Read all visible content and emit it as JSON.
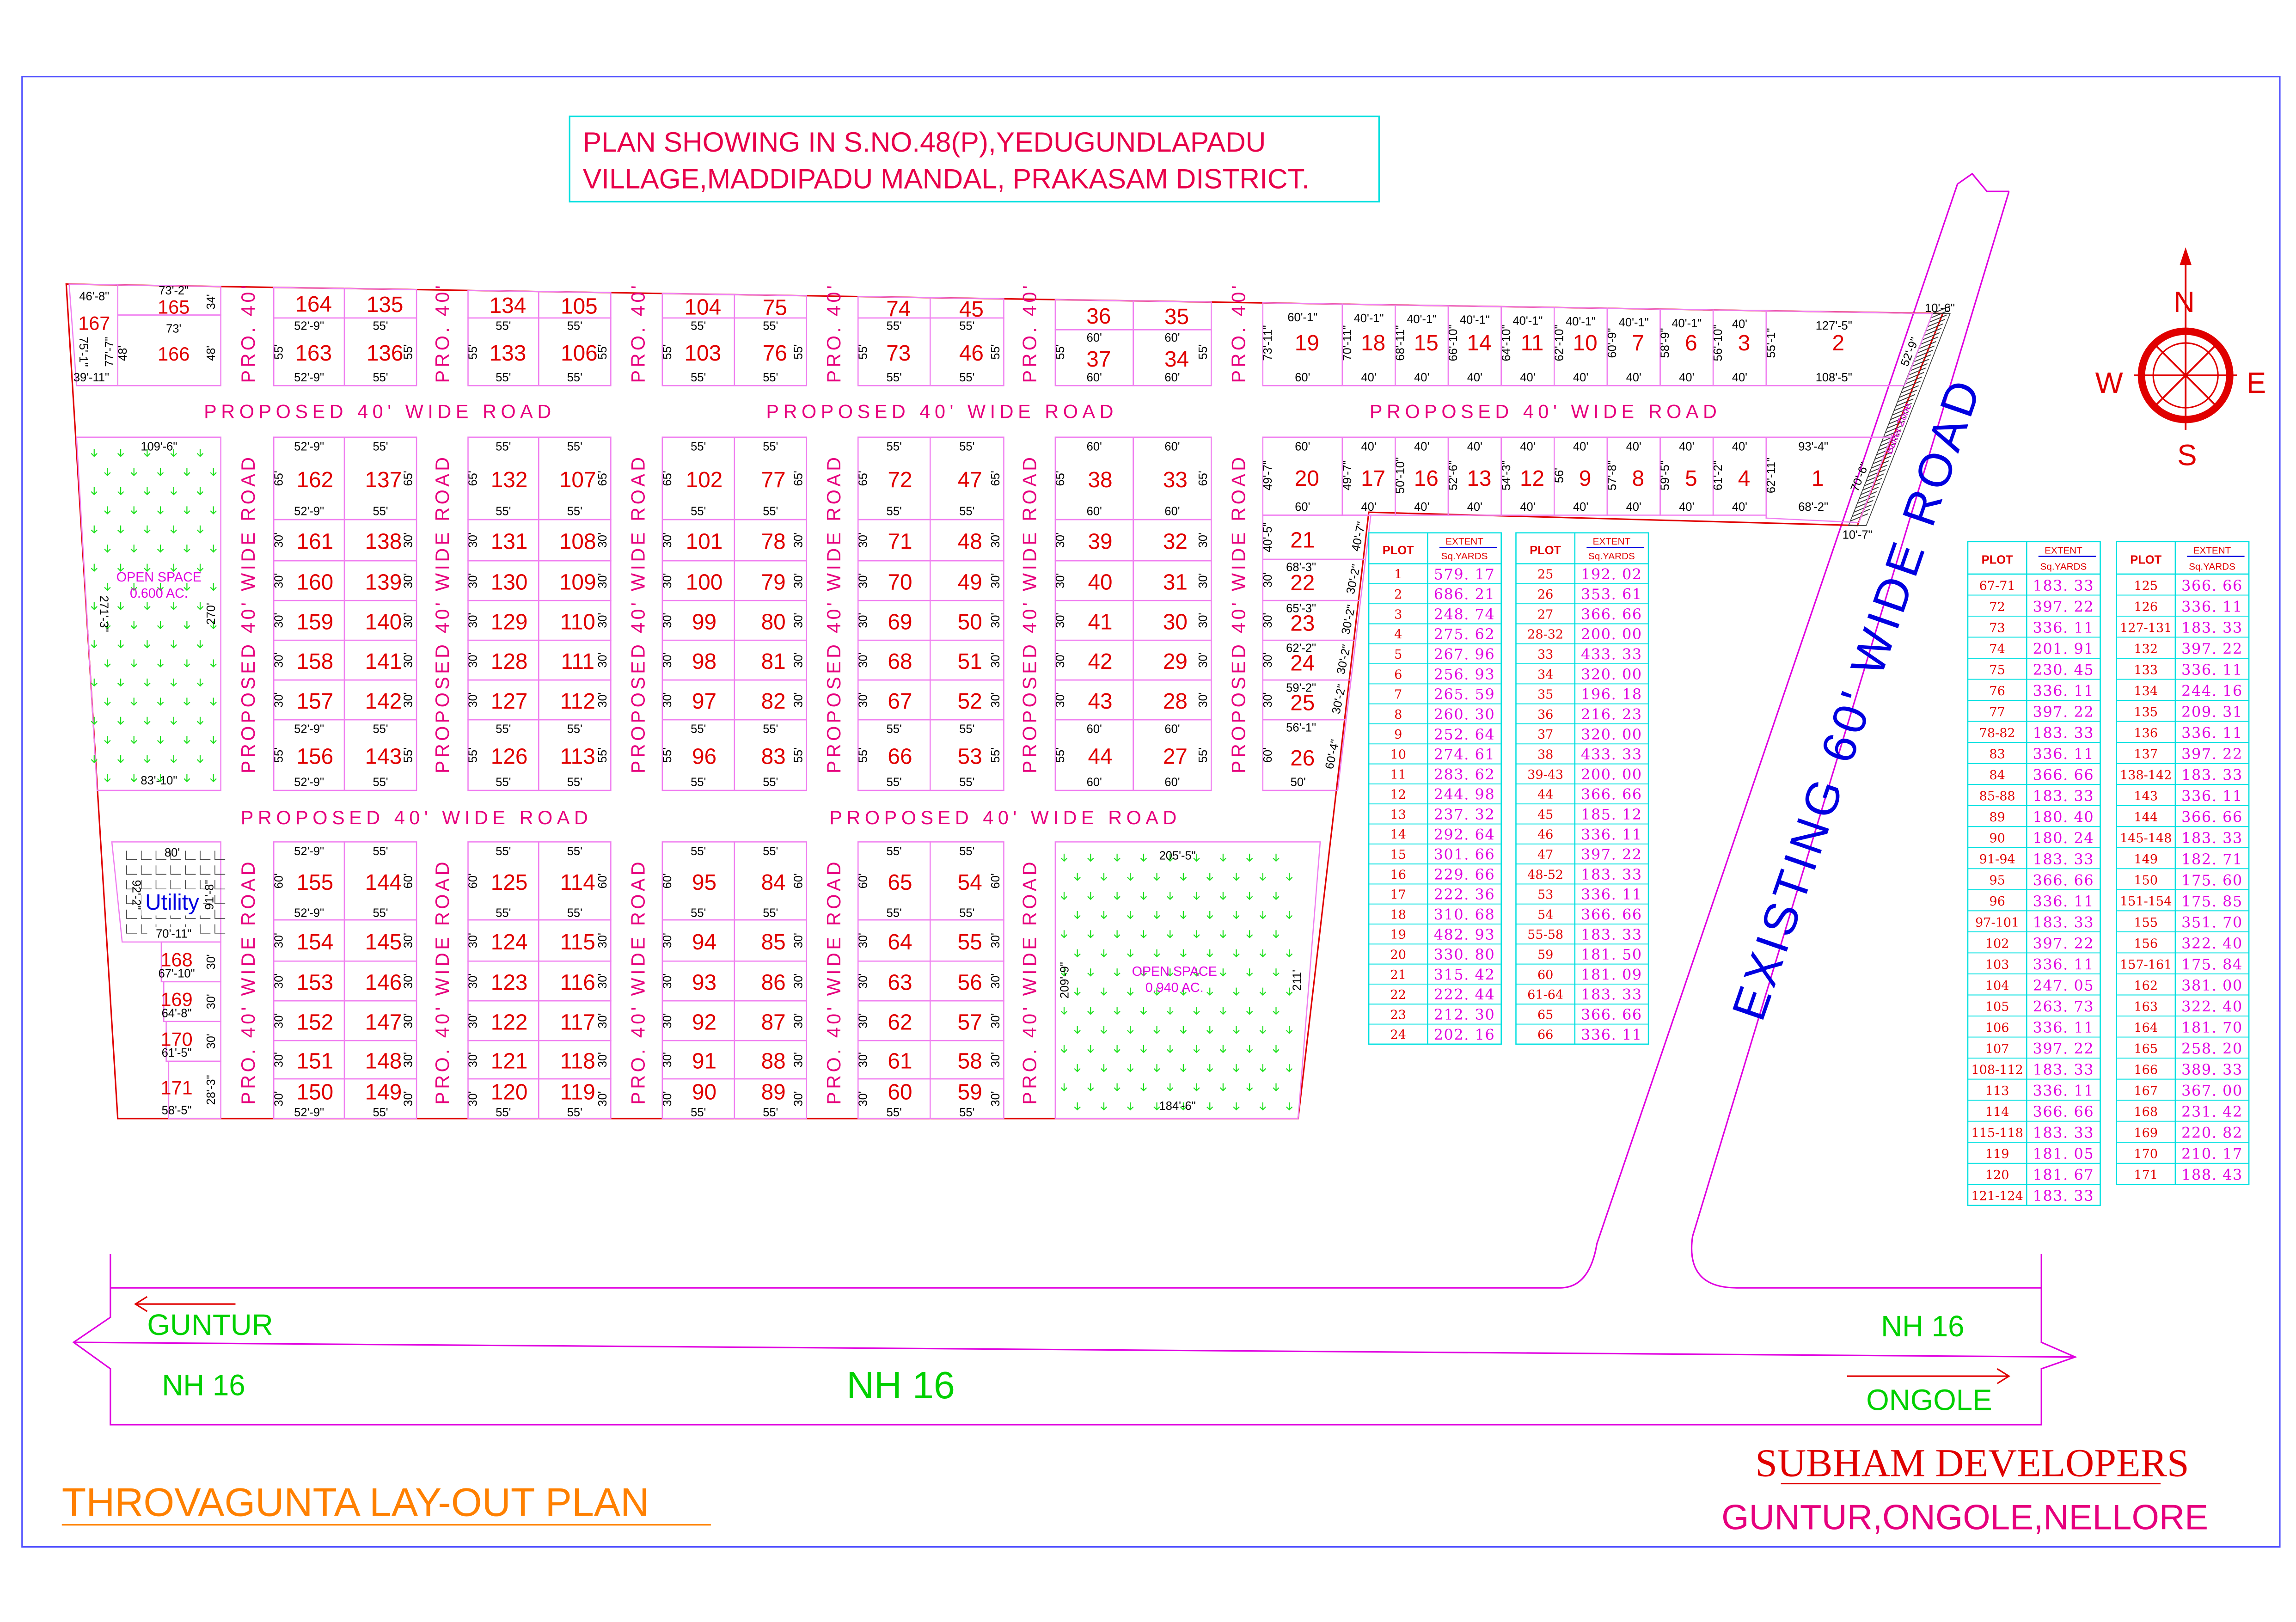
{
  "title": {
    "line1": "PLAN SHOWING IN S.NO.48(P),YEDUGUNDLAPADU",
    "line2": "VILLAGE,MADDIPADU MANDAL, PRAKASAM DISTRICT."
  },
  "roads": {
    "proposed_h": "PROPOSED 40' WIDE ROAD",
    "pro_short": "PRO. 40'",
    "pro_v": "PRO. 40' WIDE ROAD",
    "existing": "EXISTING 60' WIDE ROAD",
    "buffer": "Buffer Zone",
    "buffer_dims": [
      "10'-6\"",
      "52'-9\"",
      "70'-6\"",
      "10'-7\""
    ],
    "nh": "NH 16",
    "guntur": "GUNTUR",
    "ongole": "ONGOLE"
  },
  "compass": {
    "n": "N",
    "s": "S",
    "e": "E",
    "w": "W"
  },
  "colors": {
    "plot_number": "#e00000",
    "road_label": "#e6007e",
    "boundary": "#e00000",
    "plot_line": "#f080f0",
    "table_line": "#00e0e0",
    "extent": "#e000e0",
    "highway": "#00d000",
    "existing_road": "#0000e0"
  },
  "open_spaces": [
    {
      "label": "OPEN SPACE",
      "area": "0.600 AC.",
      "dims": [
        "109'-6\"",
        "83'-10\"",
        "271'-3\"",
        "270'"
      ]
    },
    {
      "label": "OPEN SPACE",
      "area": "0.940 AC.",
      "dims": [
        "205'-5\"",
        "184'-6\"",
        "209'-9\"",
        "211'"
      ]
    }
  ],
  "utility": {
    "label": "Utility",
    "dims": [
      "80'",
      "70'-11\"",
      "92'-2\"",
      "91'-8\""
    ],
    "plots": [
      "168",
      "169",
      "170",
      "171"
    ],
    "widths": [
      "67'-10\"",
      "64'-8\"",
      "61'-5\"",
      "58'-5\""
    ],
    "depths": [
      "30'",
      "30'",
      "30'",
      "28'-3\""
    ]
  },
  "top_left": {
    "plots": [
      "165",
      "166",
      "167"
    ],
    "dims": [
      "73'-2\"",
      "73'",
      "46'-8\"",
      "39'-11\"",
      "34'",
      "48'",
      "77'-7\"",
      "75'-1\""
    ]
  },
  "top_blocks": [
    {
      "plots": [
        [
          "164",
          "135"
        ],
        [
          "163",
          "136"
        ]
      ],
      "widths": [
        "52'-9\"",
        "55'"
      ]
    },
    {
      "plots": [
        [
          "134",
          "105"
        ],
        [
          "133",
          "106"
        ]
      ],
      "widths": [
        "55'",
        "55'"
      ]
    },
    {
      "plots": [
        [
          "104",
          "75"
        ],
        [
          "103",
          "76"
        ]
      ],
      "widths": [
        "55'",
        "55'"
      ]
    },
    {
      "plots": [
        [
          "74",
          "45"
        ],
        [
          "73",
          "46"
        ]
      ],
      "widths": [
        "55'",
        "55'"
      ]
    },
    {
      "plots": [
        [
          "36",
          "35"
        ],
        [
          "37",
          "34"
        ]
      ],
      "widths": [
        "60'",
        "60'"
      ]
    }
  ],
  "strip_top": {
    "plots": [
      "19",
      "18",
      "15",
      "14",
      "11",
      "10",
      "7",
      "6",
      "3",
      "2"
    ],
    "top_widths": [
      "60'-1\"",
      "40'-1\"",
      "40'-1\"",
      "40'-1\"",
      "40'-1\"",
      "40'-1\"",
      "40'-1\"",
      "40'-1\"",
      "40'",
      "127'-5\""
    ],
    "bottom_widths": [
      "60'",
      "40'",
      "40'",
      "40'",
      "40'",
      "40'",
      "40'",
      "40'",
      "40'",
      "108'-5\""
    ],
    "depths": [
      "73'-11\"",
      "70'-11\"",
      "68'-11\"",
      "66'-10\"",
      "64'-10\"",
      "62'-10\"",
      "60'-9\"",
      "58'-9\"",
      "56'-10\"",
      "55'-1\""
    ]
  },
  "strip_second": {
    "plots": [
      "20",
      "17",
      "16",
      "13",
      "12",
      "9",
      "8",
      "5",
      "4",
      "1"
    ],
    "top_widths": [
      "60'",
      "40'",
      "40'",
      "40'",
      "40'",
      "40'",
      "40'",
      "40'",
      "40'",
      "93'-4\""
    ],
    "bottom_widths": [
      "60'",
      "40'",
      "40'",
      "40'",
      "40'",
      "40'",
      "40'",
      "40'",
      "40'",
      "68'-2\""
    ],
    "depths": [
      "49'-7\"",
      "49'-7\"",
      "50'-10\"",
      "52'-6\"",
      "54'-3\"",
      "56'",
      "57'-8\"",
      "59'-5\"",
      "61'-2\"",
      "62'-11\""
    ]
  },
  "column_plots": {
    "plots": [
      "21",
      "22",
      "23",
      "24",
      "25",
      "26"
    ],
    "widths": [
      "",
      "68'-3\"",
      "65'-3\"",
      "62'-2\"",
      "59'-2\"",
      "56'-1\""
    ],
    "depths": [
      "40'-5\"",
      "30'",
      "30'",
      "30'",
      "30'",
      "60'"
    ],
    "right_depths": [
      "40'-7\"",
      "30'-2\"",
      "30'-2\"",
      "30'-2\"",
      "30'-2\"",
      "60'-4\""
    ],
    "bottom": "50'"
  },
  "mid_blocks": [
    {
      "left": [
        "162",
        "161",
        "160",
        "159",
        "158",
        "157",
        "156"
      ],
      "right": [
        "137",
        "138",
        "139",
        "140",
        "141",
        "142",
        "143"
      ],
      "lw": "52'-9\"",
      "rw": "55'"
    },
    {
      "left": [
        "132",
        "131",
        "130",
        "129",
        "128",
        "127",
        "126"
      ],
      "right": [
        "107",
        "108",
        "109",
        "110",
        "111",
        "112",
        "113"
      ],
      "lw": "55'",
      "rw": "55'"
    },
    {
      "left": [
        "102",
        "101",
        "100",
        "99",
        "98",
        "97",
        "96"
      ],
      "right": [
        "77",
        "78",
        "79",
        "80",
        "81",
        "82",
        "83"
      ],
      "lw": "55'",
      "rw": "55'"
    },
    {
      "left": [
        "72",
        "71",
        "70",
        "69",
        "68",
        "67",
        "66"
      ],
      "right": [
        "47",
        "48",
        "49",
        "50",
        "51",
        "52",
        "53"
      ],
      "lw": "55'",
      "rw": "55'"
    },
    {
      "left": [
        "38",
        "39",
        "40",
        "41",
        "42",
        "43",
        "44"
      ],
      "right": [
        "33",
        "32",
        "31",
        "30",
        "29",
        "28",
        "27"
      ],
      "lw": "60'",
      "rw": "60'"
    }
  ],
  "mid_depths": [
    "65'",
    "30'",
    "30'",
    "30'",
    "30'",
    "30'",
    "55'"
  ],
  "bot_blocks": [
    {
      "left": [
        "155",
        "154",
        "153",
        "152",
        "151",
        "150"
      ],
      "right": [
        "144",
        "145",
        "146",
        "147",
        "148",
        "149"
      ],
      "lw": "52'-9\"",
      "rw": "55'"
    },
    {
      "left": [
        "125",
        "124",
        "123",
        "122",
        "121",
        "120"
      ],
      "right": [
        "114",
        "115",
        "116",
        "117",
        "118",
        "119"
      ],
      "lw": "55'",
      "rw": "55'"
    },
    {
      "left": [
        "95",
        "94",
        "93",
        "92",
        "91",
        "90"
      ],
      "right": [
        "84",
        "85",
        "86",
        "87",
        "88",
        "89"
      ],
      "lw": "55'",
      "rw": "55'"
    },
    {
      "left": [
        "65",
        "64",
        "63",
        "62",
        "61",
        "60"
      ],
      "right": [
        "54",
        "55",
        "56",
        "57",
        "58",
        "59"
      ],
      "lw": "55'",
      "rw": "55'"
    }
  ],
  "bot_depths": [
    "60'",
    "30'",
    "30'",
    "30'",
    "30'",
    "30'"
  ],
  "table_header": {
    "plot": "PLOT",
    "extent": "EXTENT",
    "unit": "Sq.YARDS"
  },
  "tables": [
    [
      [
        "1",
        "579. 17"
      ],
      [
        "2",
        "686. 21"
      ],
      [
        "3",
        "248. 74"
      ],
      [
        "4",
        "275. 62"
      ],
      [
        "5",
        "267. 96"
      ],
      [
        "6",
        "256. 93"
      ],
      [
        "7",
        "265. 59"
      ],
      [
        "8",
        "260. 30"
      ],
      [
        "9",
        "252. 64"
      ],
      [
        "10",
        "274. 61"
      ],
      [
        "11",
        "283. 62"
      ],
      [
        "12",
        "244. 98"
      ],
      [
        "13",
        "237. 32"
      ],
      [
        "14",
        "292. 64"
      ],
      [
        "15",
        "301. 66"
      ],
      [
        "16",
        "229. 66"
      ],
      [
        "17",
        "222. 36"
      ],
      [
        "18",
        "310. 68"
      ],
      [
        "19",
        "482. 93"
      ],
      [
        "20",
        "330. 80"
      ],
      [
        "21",
        "315. 42"
      ],
      [
        "22",
        "222. 44"
      ],
      [
        "23",
        "212. 30"
      ],
      [
        "24",
        "202. 16"
      ]
    ],
    [
      [
        "25",
        "192. 02"
      ],
      [
        "26",
        "353. 61"
      ],
      [
        "27",
        "366. 66"
      ],
      [
        "28-32",
        "200. 00"
      ],
      [
        "33",
        "433. 33"
      ],
      [
        "34",
        "320. 00"
      ],
      [
        "35",
        "196. 18"
      ],
      [
        "36",
        "216. 23"
      ],
      [
        "37",
        "320. 00"
      ],
      [
        "38",
        "433. 33"
      ],
      [
        "39-43",
        "200. 00"
      ],
      [
        "44",
        "366. 66"
      ],
      [
        "45",
        "185. 12"
      ],
      [
        "46",
        "336. 11"
      ],
      [
        "47",
        "397. 22"
      ],
      [
        "48-52",
        "183. 33"
      ],
      [
        "53",
        "336. 11"
      ],
      [
        "54",
        "366. 66"
      ],
      [
        "55-58",
        "183. 33"
      ],
      [
        "59",
        "181. 50"
      ],
      [
        "60",
        "181. 09"
      ],
      [
        "61-64",
        "183. 33"
      ],
      [
        "65",
        "366. 66"
      ],
      [
        "66",
        "336. 11"
      ]
    ],
    [
      [
        "67-71",
        "183. 33"
      ],
      [
        "72",
        "397. 22"
      ],
      [
        "73",
        "336. 11"
      ],
      [
        "74",
        "201. 91"
      ],
      [
        "75",
        "230. 45"
      ],
      [
        "76",
        "336. 11"
      ],
      [
        "77",
        "397. 22"
      ],
      [
        "78-82",
        "183. 33"
      ],
      [
        "83",
        "336. 11"
      ],
      [
        "84",
        "366. 66"
      ],
      [
        "85-88",
        "183. 33"
      ],
      [
        "89",
        "180. 40"
      ],
      [
        "90",
        "180. 24"
      ],
      [
        "91-94",
        "183. 33"
      ],
      [
        "95",
        "366. 66"
      ],
      [
        "96",
        "336. 11"
      ],
      [
        "97-101",
        "183. 33"
      ],
      [
        "102",
        "397. 22"
      ],
      [
        "103",
        "336. 11"
      ],
      [
        "104",
        "247. 05"
      ],
      [
        "105",
        "263. 73"
      ],
      [
        "106",
        "336. 11"
      ],
      [
        "107",
        "397. 22"
      ],
      [
        "108-112",
        "183. 33"
      ],
      [
        "113",
        "336. 11"
      ],
      [
        "114",
        "366. 66"
      ],
      [
        "115-118",
        "183. 33"
      ],
      [
        "119",
        "181. 05"
      ],
      [
        "120",
        "181. 67"
      ],
      [
        "121-124",
        "183. 33"
      ]
    ],
    [
      [
        "125",
        "366. 66"
      ],
      [
        "126",
        "336. 11"
      ],
      [
        "127-131",
        "183. 33"
      ],
      [
        "132",
        "397. 22"
      ],
      [
        "133",
        "336. 11"
      ],
      [
        "134",
        "244. 16"
      ],
      [
        "135",
        "209. 31"
      ],
      [
        "136",
        "336. 11"
      ],
      [
        "137",
        "397. 22"
      ],
      [
        "138-142",
        "183. 33"
      ],
      [
        "143",
        "336. 11"
      ],
      [
        "144",
        "366. 66"
      ],
      [
        "145-148",
        "183. 33"
      ],
      [
        "149",
        "182. 71"
      ],
      [
        "150",
        "175. 60"
      ],
      [
        "151-154",
        "175. 85"
      ],
      [
        "155",
        "351. 70"
      ],
      [
        "156",
        "322. 40"
      ],
      [
        "157-161",
        "175. 84"
      ],
      [
        "162",
        "381. 00"
      ],
      [
        "163",
        "322. 40"
      ],
      [
        "164",
        "181. 70"
      ],
      [
        "165",
        "258. 20"
      ],
      [
        "166",
        "389. 33"
      ],
      [
        "167",
        "367. 00"
      ],
      [
        "168",
        "231. 42"
      ],
      [
        "169",
        "220. 82"
      ],
      [
        "170",
        "210. 17"
      ],
      [
        "171",
        "188. 43"
      ]
    ]
  ],
  "footer": {
    "layout_title": "THROVAGUNTA LAY-OUT PLAN",
    "developer": "SUBHAM  DEVELOPERS",
    "cities": "GUNTUR,ONGOLE,NELLORE"
  }
}
